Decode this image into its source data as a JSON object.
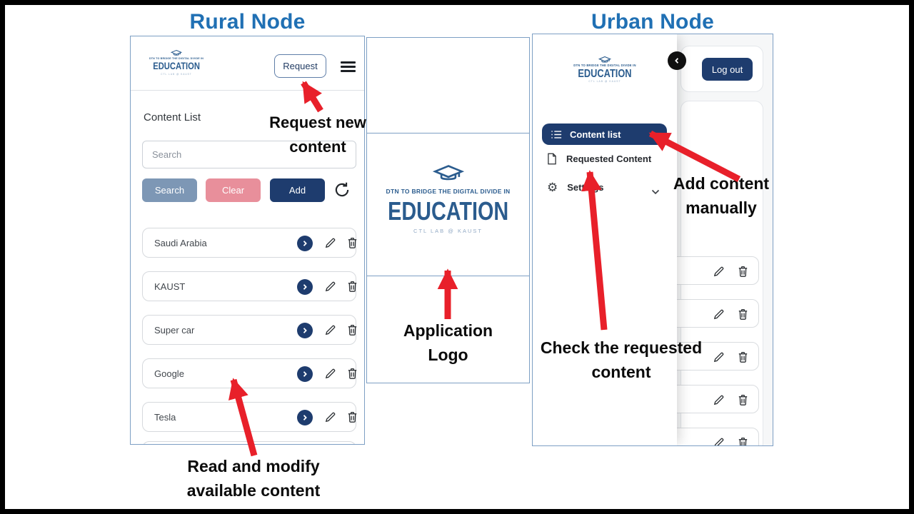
{
  "titles": {
    "rural": "Rural Node",
    "urban": "Urban Node"
  },
  "logo": {
    "icon": "graduation-cap-icon",
    "line1": "DTN TO BRIDGE THE DIGITAL DIVIDE IN",
    "line2": "EDUCATION",
    "line3": "CTL LAB @ KAUST"
  },
  "rural": {
    "header": {
      "request_button": "Request",
      "menu_icon": "hamburger-menu-icon"
    },
    "heading": "Content List",
    "search": {
      "placeholder": "Search"
    },
    "actions": {
      "search": "Search",
      "clear": "Clear",
      "add": "Add",
      "refresh_icon": "refresh-icon"
    },
    "items": [
      "Saudi Arabia",
      "KAUST",
      "Super car",
      "Google",
      "Tesla"
    ],
    "item_icons": [
      "chevron-right-icon",
      "pencil-icon",
      "trash-icon"
    ]
  },
  "urban": {
    "logout_button": "Log out",
    "collapse_icon": "chevron-left-icon",
    "menu": [
      {
        "label": "Content list",
        "icon": "list-icon",
        "selected": true
      },
      {
        "label": "Requested Content",
        "icon": "document-icon",
        "selected": false
      },
      {
        "label": "Settings",
        "icon": "gear-icon",
        "selected": false,
        "chevron": "chevron-down-icon"
      }
    ],
    "background_row_count": 5,
    "row_icons": [
      "pencil-icon",
      "trash-icon"
    ]
  },
  "annotations": {
    "request_new": [
      "Request new",
      "content"
    ],
    "read_modify": [
      "Read and modify",
      "available content"
    ],
    "app_logo": [
      "Application",
      "Logo"
    ],
    "add_content": [
      "Add content",
      "manually"
    ],
    "check_requested": [
      "Check the requested",
      "content"
    ]
  },
  "colors": {
    "title_blue": "#2070b4",
    "logo_blue": "#2b5c8e",
    "navy": "#1e3c6e",
    "steel_blue_button": "#7d97b5",
    "pink_button": "#e88f9b",
    "arrow_red": "#e8202a",
    "panel_border": "#7d9fc4"
  }
}
